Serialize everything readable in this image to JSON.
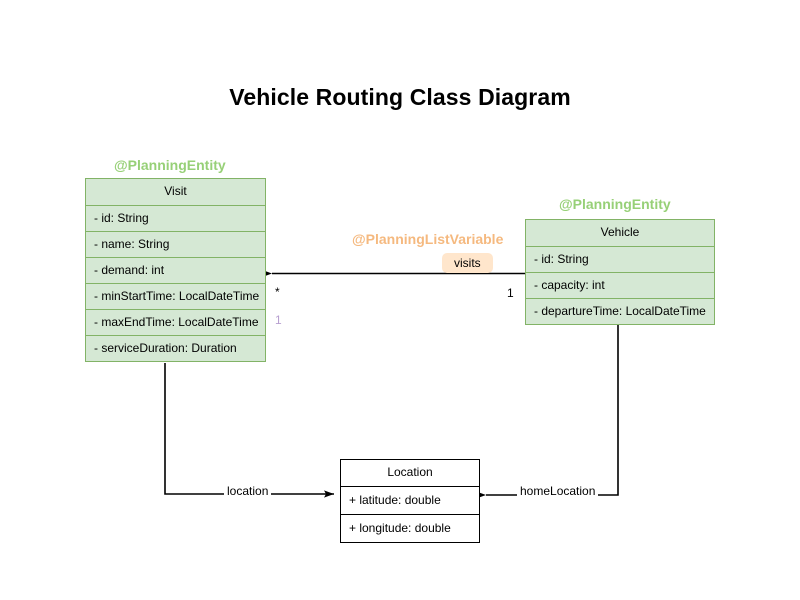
{
  "diagram": {
    "title": "Vehicle Routing Class Diagram",
    "type": "uml-class-diagram",
    "colors": {
      "entity_fill": "#d5e8d4",
      "entity_border": "#82b366",
      "entity_stereotype_text": "#97d077",
      "listvar_stereotype_text": "#f5b97f",
      "role_chip_fill": "#ffe6cc",
      "plain_fill": "#ffffff",
      "plain_border": "#000000",
      "muted_multiplicity": "#b79fd0",
      "edge_stroke": "#000000"
    }
  },
  "classes": {
    "visit": {
      "stereotype": "@PlanningEntity",
      "name": "Visit",
      "attributes": [
        "- id: String",
        "- name: String",
        "- demand: int",
        "- minStartTime: LocalDateTime",
        "- maxEndTime: LocalDateTime",
        "- serviceDuration: Duration"
      ]
    },
    "vehicle": {
      "stereotype": "@PlanningEntity",
      "name": "Vehicle",
      "attributes": [
        "- id: String",
        "- capacity: int",
        "- departureTime: LocalDateTime"
      ]
    },
    "location": {
      "name": "Location",
      "attributes": [
        "+ latitude: double",
        "+ longitude: double"
      ]
    }
  },
  "associations": {
    "visits": {
      "stereotype": "@PlanningListVariable",
      "role": "visits",
      "source_multiplicity": "1",
      "target_multiplicity": "*",
      "extra_multiplicity": "1"
    },
    "visit_location": {
      "role": "location"
    },
    "vehicle_home_location": {
      "role": "homeLocation"
    }
  }
}
